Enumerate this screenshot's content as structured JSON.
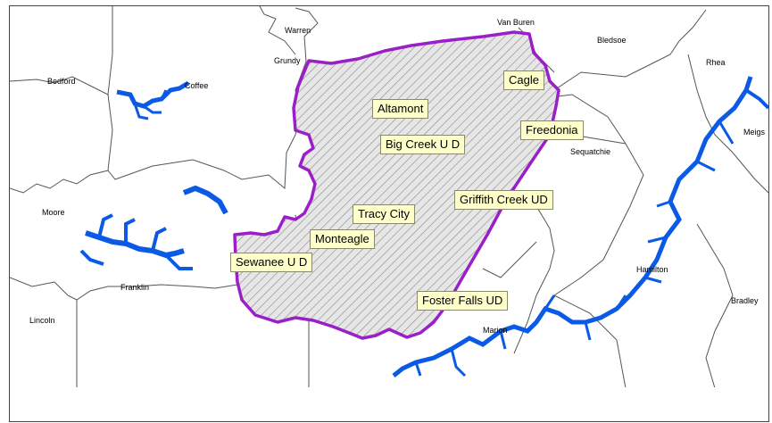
{
  "map": {
    "counties": {
      "warren": "Warren",
      "van_buren": "Van Buren",
      "bledsoe": "Bledsoe",
      "grundy": "Grundy",
      "rhea": "Rhea",
      "bedford": "Bedford",
      "coffee": "Coffee",
      "meigs": "Meigs",
      "sequatchie": "Sequatchie",
      "moore": "Moore",
      "franklin": "Franklin",
      "hamilton": "Hamilton",
      "bradley": "Bradley",
      "lincoln": "Lincoln",
      "marion": "Marion"
    },
    "utility_districts": {
      "cagle": "Cagle",
      "altamont": "Altamont",
      "freedonia": "Freedonia",
      "big_creek": "Big Creek U D",
      "tracy_city": "Tracy City",
      "griffith_creek": "Griffith Creek UD",
      "monteagle": "Monteagle",
      "sewanee": "Sewanee U D",
      "foster_falls": "Foster Falls UD"
    },
    "colors": {
      "service_area_outline": "#9a1fc8",
      "water": "#0a5ae6",
      "label_fill": "#ffffcc",
      "boundary": "#555555"
    }
  }
}
